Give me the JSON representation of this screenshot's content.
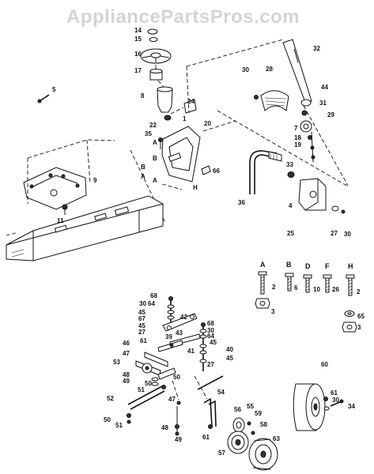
{
  "watermark": "AppliancePartsPros.com",
  "callouts": [
    "14",
    "15",
    "16",
    "17",
    "8",
    "22",
    "24",
    "35",
    "1",
    "20",
    "A",
    "B",
    "B",
    "A",
    "A",
    "66",
    "H",
    "9",
    "11",
    "5",
    "32",
    "30",
    "28",
    "44",
    "31",
    "29",
    "7",
    "18",
    "19",
    "33",
    "4",
    "36",
    "25",
    "27",
    "30",
    "A",
    "B",
    "D",
    "F",
    "H",
    "2",
    "6",
    "10",
    "26",
    "2",
    "3",
    "65",
    "3",
    "68",
    "30",
    "64",
    "45",
    "67",
    "45",
    "27",
    "61",
    "42",
    "68",
    "30",
    "64",
    "45",
    "40",
    "27",
    "45",
    "46",
    "47",
    "53",
    "39",
    "43",
    "41",
    "48",
    "49",
    "50",
    "50",
    "51",
    "47",
    "52",
    "50",
    "51",
    "48",
    "49",
    "54",
    "61",
    "55",
    "56",
    "59",
    "58",
    "57",
    "63",
    "60",
    "61",
    "30",
    "34"
  ],
  "fastener_letters": [
    "A",
    "B",
    "D",
    "F",
    "H"
  ]
}
